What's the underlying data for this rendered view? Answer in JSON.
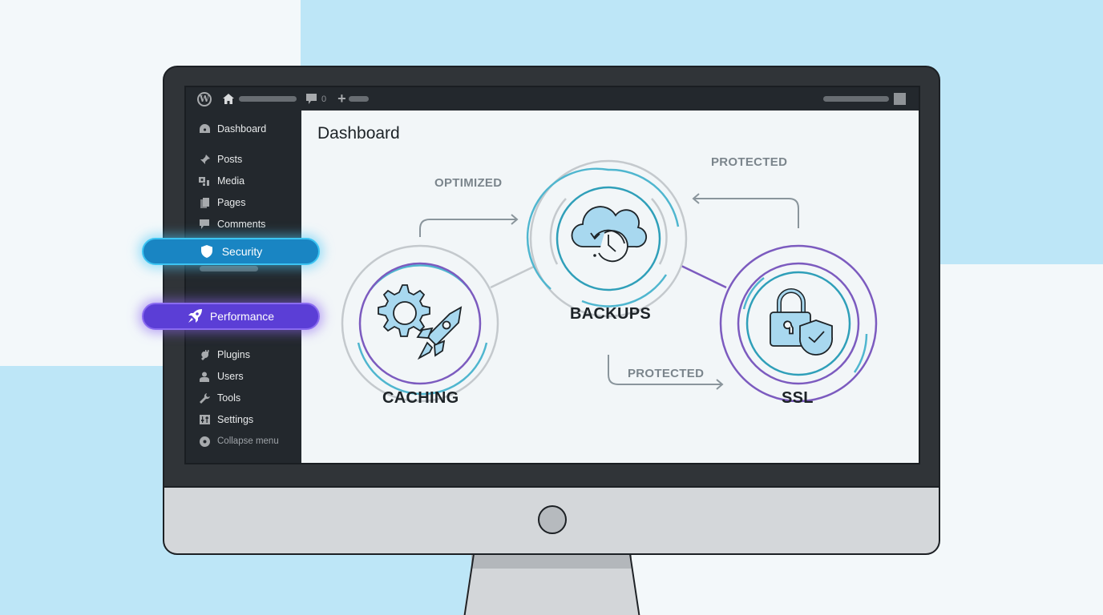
{
  "colors": {
    "background_light": "#f3f8fa",
    "background_blue": "#bde6f7",
    "security_accent": "#1985c3",
    "performance_accent": "#5b3ed6",
    "admin_dark": "#23282d",
    "teal_ring": "#3aa8c4",
    "purple_ring": "#7c5bbf"
  },
  "adminbar": {
    "logo_icon": "wordpress-logo-icon",
    "home_icon": "home-icon",
    "comments_icon": "comment-bubble-icon",
    "comments_count": "0",
    "new_icon": "plus-icon",
    "account_icon": "avatar-square-icon"
  },
  "sidebar": {
    "items": [
      {
        "label": "Dashboard",
        "icon": "dashboard-gauge-icon"
      },
      {
        "label": "Posts",
        "icon": "pushpin-icon"
      },
      {
        "label": "Media",
        "icon": "media-icon"
      },
      {
        "label": "Pages",
        "icon": "pages-icon"
      },
      {
        "label": "Comments",
        "icon": "comment-icon"
      },
      {
        "label": "Security",
        "icon": "shield-icon"
      },
      {
        "label": "Performance",
        "icon": "rocket-icon"
      },
      {
        "label": "Plugins",
        "icon": "plug-icon"
      },
      {
        "label": "Users",
        "icon": "user-icon"
      },
      {
        "label": "Tools",
        "icon": "wrench-icon"
      },
      {
        "label": "Settings",
        "icon": "settings-sliders-icon"
      },
      {
        "label": "Collapse menu",
        "icon": "collapse-circle-icon"
      }
    ]
  },
  "main": {
    "title": "Dashboard",
    "nodes": [
      {
        "label": "CACHING",
        "icon": "gear-rocket-icon"
      },
      {
        "label": "BACKUPS",
        "icon": "cloud-history-icon"
      },
      {
        "label": "SSL",
        "icon": "padlock-shield-icon"
      }
    ],
    "flows": [
      {
        "label": "OPTIMIZED",
        "from": "CACHING",
        "to": "BACKUPS"
      },
      {
        "label": "PROTECTED",
        "from": "SSL",
        "to": "BACKUPS"
      },
      {
        "label": "PROTECTED",
        "from": "BACKUPS",
        "to": "SSL"
      }
    ]
  }
}
